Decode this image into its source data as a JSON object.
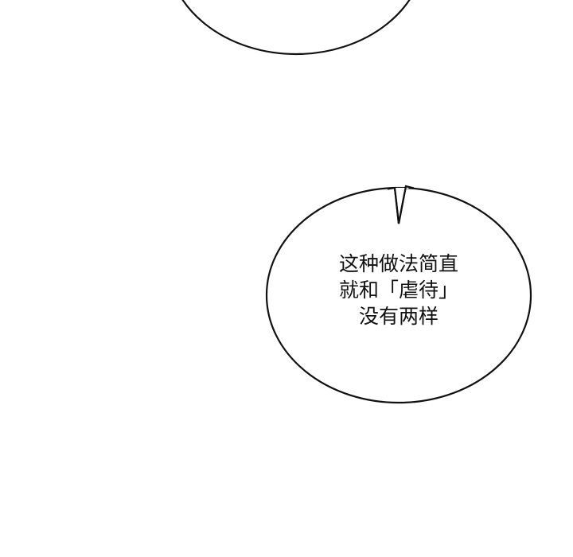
{
  "panel": {
    "background": "#ffffff",
    "stroke_color": "#111111"
  },
  "top_bubble": {
    "partial": true,
    "text": ""
  },
  "speech_bubble": {
    "lines": [
      "这种做法简直",
      "就和「虐待」",
      "没有两样"
    ]
  }
}
